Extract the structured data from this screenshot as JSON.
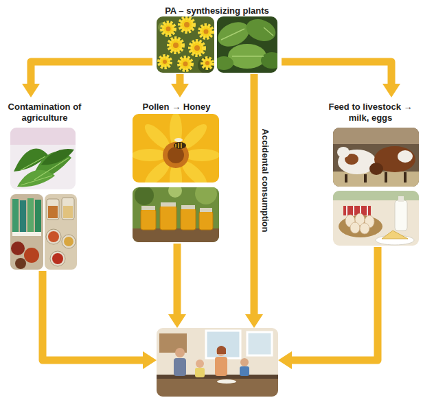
{
  "diagram": {
    "nodes": [
      {
        "text": [
          "PA – synthesizing plants"
        ]
      },
      {
        "text": [
          "Contamination of agriculture"
        ]
      },
      {
        "text": [
          "Pollen → Honey"
        ]
      },
      {
        "text": [
          "Feed to livestock → milk, eggs"
        ]
      },
      {
        "text": []
      }
    ],
    "edges": [
      {
        "from": 0,
        "to": 1,
        "arrow": "to"
      },
      {
        "from": 0,
        "to": 2,
        "arrow": "to"
      },
      {
        "from": 0,
        "to": 3,
        "arrow": "to"
      },
      {
        "from": 0,
        "to": 4,
        "arrow": "to",
        "label": "Accidental consumption"
      },
      {
        "from": 1,
        "to": 4,
        "arrow": "to"
      },
      {
        "from": 2,
        "to": 4,
        "arrow": "to"
      },
      {
        "from": 3,
        "to": 4,
        "arrow": "to"
      }
    ]
  }
}
